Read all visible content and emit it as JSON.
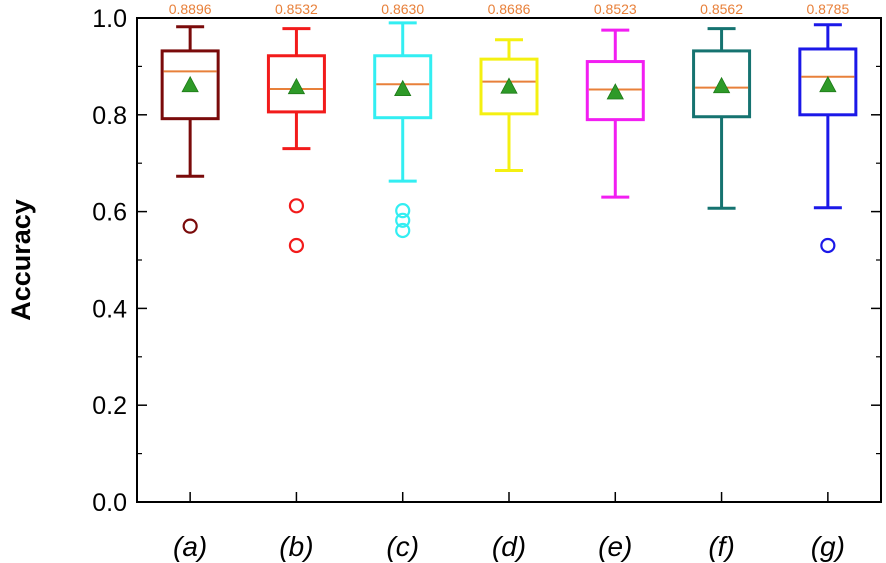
{
  "chart_data": {
    "type": "box",
    "title": "",
    "xlabel": "",
    "ylabel": "Accuracy",
    "ylim": [
      0.0,
      1.0
    ],
    "yticks": [
      "0.0",
      "0.2",
      "0.4",
      "0.6",
      "0.8",
      "1.0"
    ],
    "grid": false,
    "legend": "none",
    "median_color": "#e8803a",
    "mean_marker_color": "#2e9a28",
    "boxes": [
      {
        "label": "(a)",
        "color": "#7a0a0a",
        "whisker_low": 0.673,
        "q1": 0.792,
        "median": 0.8896,
        "q3": 0.932,
        "whisker_high": 0.982,
        "mean": 0.86,
        "outliers": [
          0.57
        ],
        "median_label": "0.8896"
      },
      {
        "label": "(b)",
        "color": "#f21b1b",
        "whisker_low": 0.73,
        "q1": 0.806,
        "median": 0.8532,
        "q3": 0.922,
        "whisker_high": 0.978,
        "mean": 0.856,
        "outliers": [
          0.612,
          0.53
        ],
        "median_label": "0.8532"
      },
      {
        "label": "(c)",
        "color": "#33eef2",
        "whisker_low": 0.663,
        "q1": 0.794,
        "median": 0.863,
        "q3": 0.922,
        "whisker_high": 0.99,
        "mean": 0.852,
        "outliers": [
          0.602,
          0.582,
          0.561
        ],
        "median_label": "0.8630"
      },
      {
        "label": "(d)",
        "color": "#f4f011",
        "whisker_low": 0.685,
        "q1": 0.802,
        "median": 0.8686,
        "q3": 0.915,
        "whisker_high": 0.955,
        "mean": 0.857,
        "outliers": [],
        "median_label": "0.8686"
      },
      {
        "label": "(e)",
        "color": "#f21ef2",
        "whisker_low": 0.63,
        "q1": 0.79,
        "median": 0.8523,
        "q3": 0.91,
        "whisker_high": 0.975,
        "mean": 0.845,
        "outliers": [],
        "median_label": "0.8523"
      },
      {
        "label": "(f)",
        "color": "#157370",
        "whisker_low": 0.607,
        "q1": 0.796,
        "median": 0.8562,
        "q3": 0.932,
        "whisker_high": 0.978,
        "mean": 0.858,
        "outliers": [],
        "median_label": "0.8562"
      },
      {
        "label": "(g)",
        "color": "#1b18e8",
        "whisker_low": 0.608,
        "q1": 0.8,
        "median": 0.8785,
        "q3": 0.936,
        "whisker_high": 0.986,
        "mean": 0.86,
        "outliers": [
          0.53
        ],
        "median_label": "0.8785"
      }
    ]
  }
}
